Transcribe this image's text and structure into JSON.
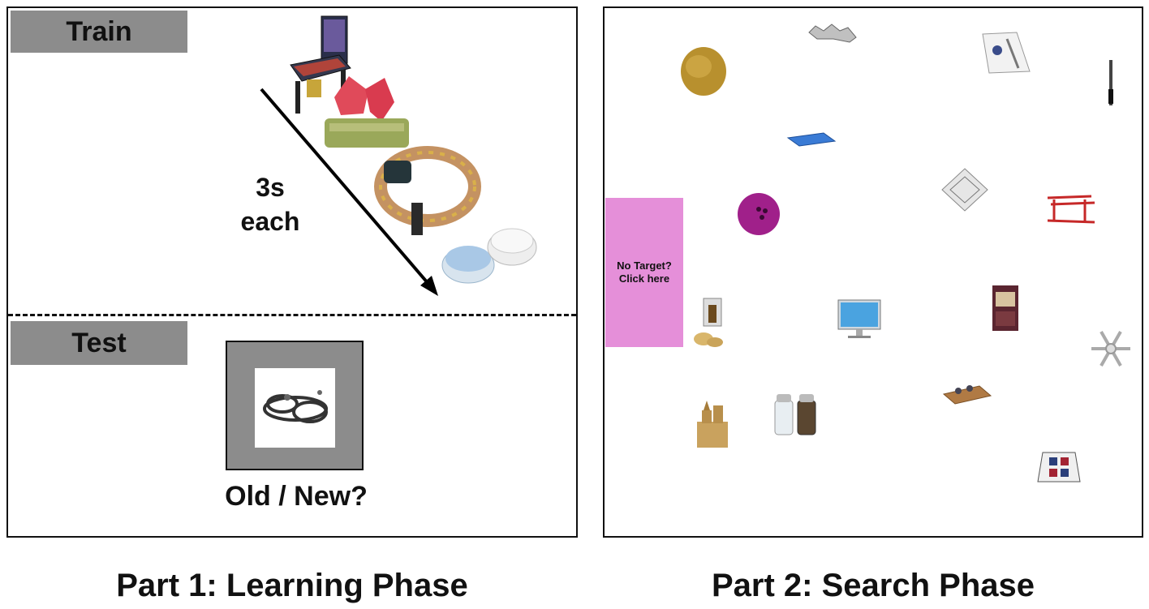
{
  "left_panel": {
    "train_label": "Train",
    "test_label": "Test",
    "timing_line1": "3s",
    "timing_line2": "each",
    "test_prompt": "Old / New?",
    "train_stimuli": [
      "pinball-machine",
      "sour-candy",
      "beaded-bracelet",
      "contact-lens-case"
    ],
    "test_stimulus": "slot-car-track"
  },
  "right_panel": {
    "no_target_line1": "No Target?",
    "no_target_line2": "Click here",
    "no_target_color": "#e58fd9",
    "search_objects": [
      "sponge",
      "tiara",
      "folder",
      "pen",
      "tray",
      "maze",
      "bowling-ball",
      "parallel-bars",
      "garlic-press",
      "monitor",
      "book",
      "snowflake",
      "sand-castle",
      "salt-and-pepper",
      "board-game",
      "dance-mat"
    ]
  },
  "captions": {
    "left": "Part 1: Learning Phase",
    "right": "Part 2: Search Phase"
  },
  "colors": {
    "label_gray": "#8c8c8c",
    "bowling_ball": "#a0208a"
  }
}
